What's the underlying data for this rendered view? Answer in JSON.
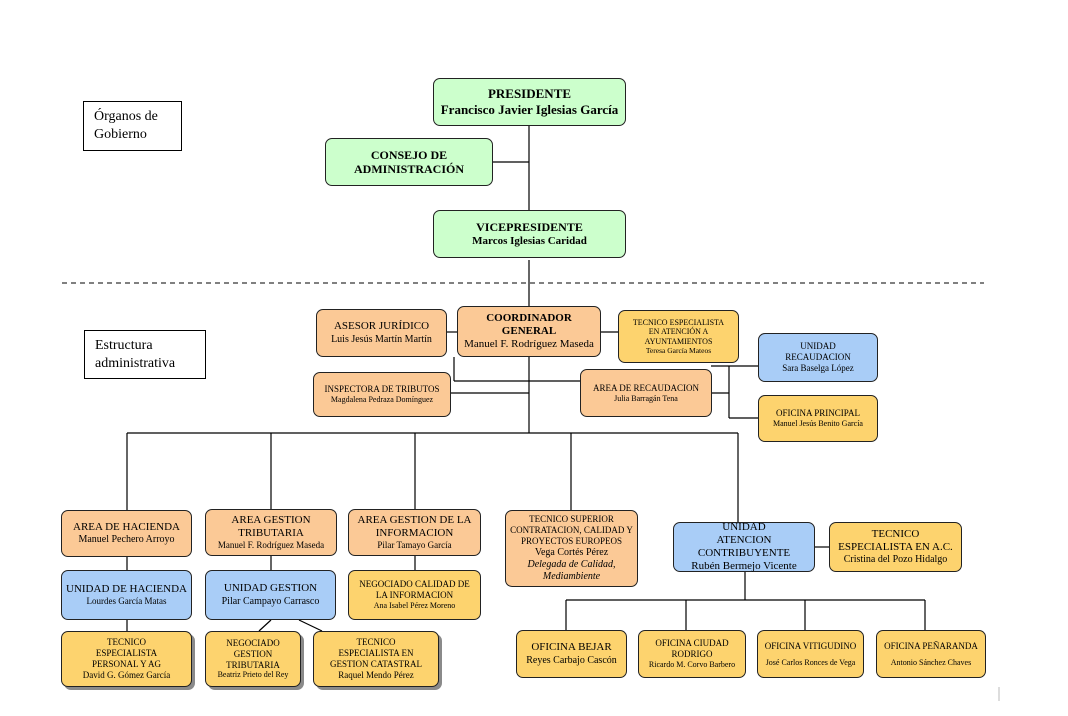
{
  "legend": {
    "organos": "Órganos de Gobierno",
    "estructura": "Estructura administrativa"
  },
  "presidente": {
    "title": "PRESIDENTE",
    "name": "Francisco Javier Iglesias García"
  },
  "consejo": {
    "title": "CONSEJO DE ADMINISTRACIÓN"
  },
  "vicepresidente": {
    "title": "VICEPRESIDENTE",
    "name": "Marcos Iglesias Caridad"
  },
  "asesor": {
    "title": "ASESOR JURÍDICO",
    "name": "Luis Jesús Martín Martín"
  },
  "coordinador": {
    "title": "COORDINADOR GENERAL",
    "name": "Manuel F. Rodríguez Maseda"
  },
  "tecnico_ayto": {
    "title": "TECNICO ESPECIALISTA EN ATENCIÓN A AYUNTAMIENTOS",
    "name": "Teresa García Mateos"
  },
  "unidad_recaudacion": {
    "title": "UNIDAD RECAUDACION",
    "name": "Sara Baselga López"
  },
  "inspectora": {
    "title": "INSPECTORA DE TRIBUTOS",
    "name": "Magdalena Pedraza Domínguez"
  },
  "area_recaudacion": {
    "title": "AREA DE RECAUDACION",
    "name": "Julia Barragán Tena"
  },
  "oficina_principal": {
    "title": "OFICINA PRINCIPAL",
    "name": "Manuel Jesús Benito García"
  },
  "area_hacienda": {
    "title": "AREA DE HACIENDA",
    "name": "Manuel Pechero Arroyo"
  },
  "area_gestion": {
    "title": "AREA GESTION TRIBUTARIA",
    "name": "Manuel F. Rodríguez Maseda"
  },
  "area_informacion": {
    "title": "AREA GESTION DE LA INFORMACION",
    "name": "Pilar Tamayo García"
  },
  "tecnico_superior": {
    "title": "TECNICO SUPERIOR CONTRATACION, CALIDAD Y PROYECTOS EUROPEOS",
    "name": "Vega Cortés Pérez",
    "note": "Delegada de Calidad, Mediambiente"
  },
  "unidad_atencion": {
    "title": "UNIDAD ATENCION CONTRIBUYENTE",
    "name": "Rubén Bermejo Vicente"
  },
  "tecnico_ac": {
    "title": "TECNICO ESPECIALISTA EN A.C.",
    "name": "Cristina del Pozo Hidalgo"
  },
  "unidad_hacienda": {
    "title": "UNIDAD DE HACIENDA",
    "name": "Lourdes García Matas"
  },
  "unidad_gestion": {
    "title": "UNIDAD GESTION",
    "name": "Pilar Campayo Carrasco"
  },
  "negociado_calidad": {
    "title": "NEGOCIADO CALIDAD DE LA INFORMACION",
    "name": "Ana Isabel Pérez Moreno"
  },
  "tecnico_personal": {
    "title": "TECNICO ESPECIALISTA PERSONAL Y AG",
    "name": "David G. Gómez García"
  },
  "negociado_gestion": {
    "title": "NEGOCIADO GESTION TRIBUTARIA",
    "name": "Beatriz Prieto del Rey"
  },
  "tecnico_catastral": {
    "title": "TECNICO ESPECIALISTA EN GESTION CATASTRAL",
    "name": "Raquel Mendo Pérez"
  },
  "oficina_bejar": {
    "title": "OFICINA BEJAR",
    "name": "Reyes Carbajo Cascón"
  },
  "oficina_rodrigo": {
    "title": "OFICINA CIUDAD RODRIGO",
    "name": "Ricardo M. Corvo Barbero"
  },
  "oficina_vitigudino": {
    "title": "OFICINA VITIGUDINO",
    "name": "José Carlos Ronces de Vega"
  },
  "oficina_penaranda": {
    "title": "OFICINA PEÑARANDA",
    "name": "Antonio Sánchez Chaves"
  },
  "colors": {
    "green": "#ccffcc",
    "tan": "#fbc996",
    "gold": "#fdd36e",
    "blue": "#a9cdf7"
  }
}
